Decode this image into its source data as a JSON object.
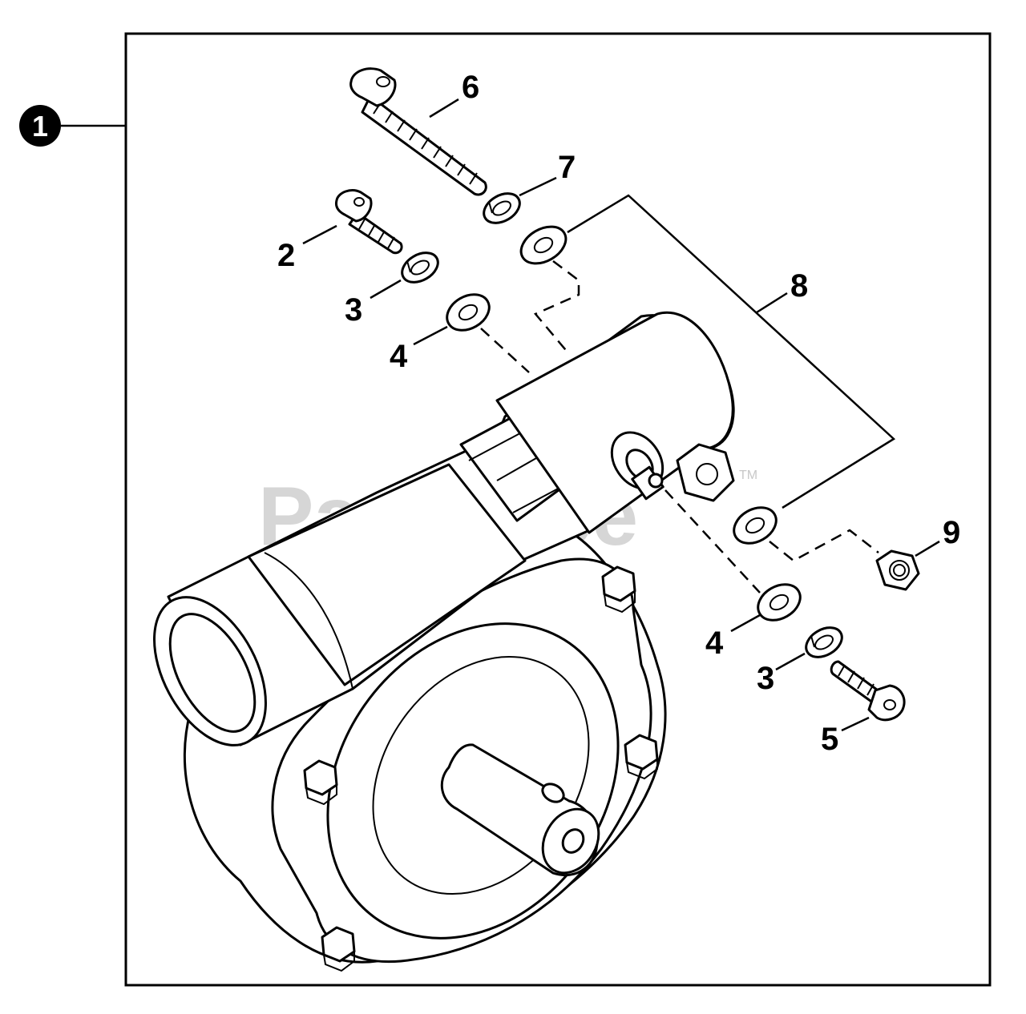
{
  "assembly": {
    "number": "1"
  },
  "callouts": {
    "c2": "2",
    "c3a": "3",
    "c4a": "4",
    "c6": "6",
    "c7": "7",
    "c8": "8",
    "c9": "9",
    "c4b": "4",
    "c3b": "3",
    "c5": "5"
  },
  "watermark": {
    "brand": "PartsTree",
    "trademark": "TM"
  },
  "colors": {
    "line": "#000000",
    "background": "#ffffff",
    "watermark": "#c8c8c8"
  }
}
